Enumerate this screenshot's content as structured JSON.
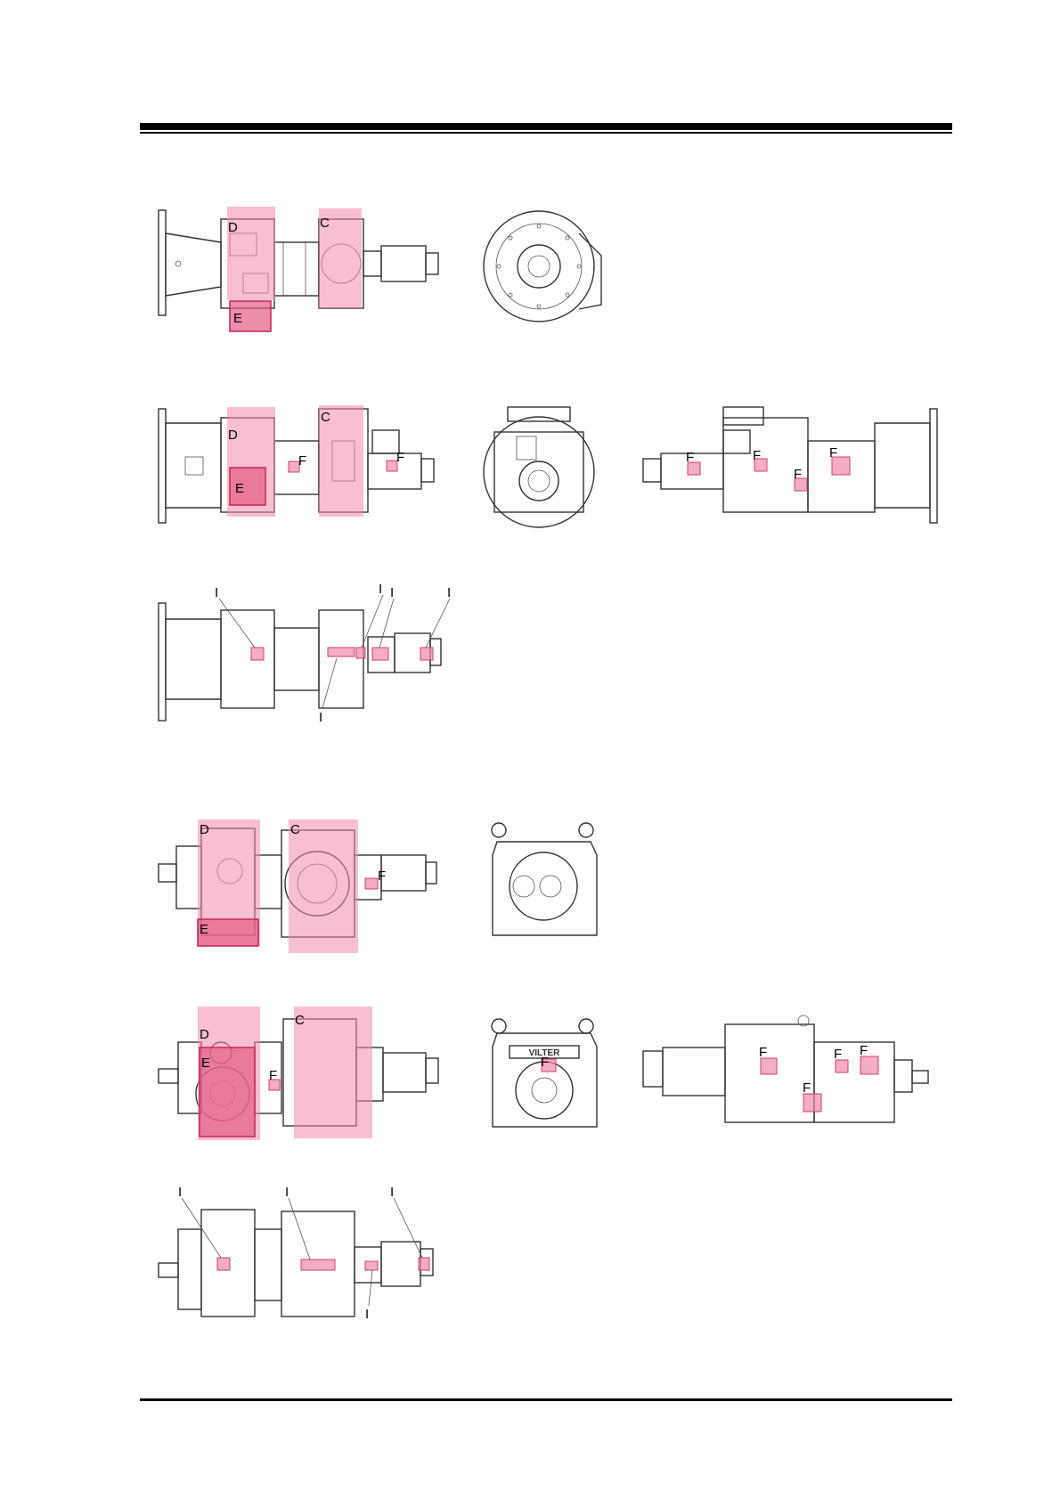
{
  "labels": {
    "c": "C",
    "d": "D",
    "e": "E",
    "f": "F",
    "i": "I"
  },
  "brand_plate": "VILTER",
  "colors": {
    "highlight": "#f08aa8",
    "highlight_strong": "#e45c85",
    "line": "#333333"
  }
}
